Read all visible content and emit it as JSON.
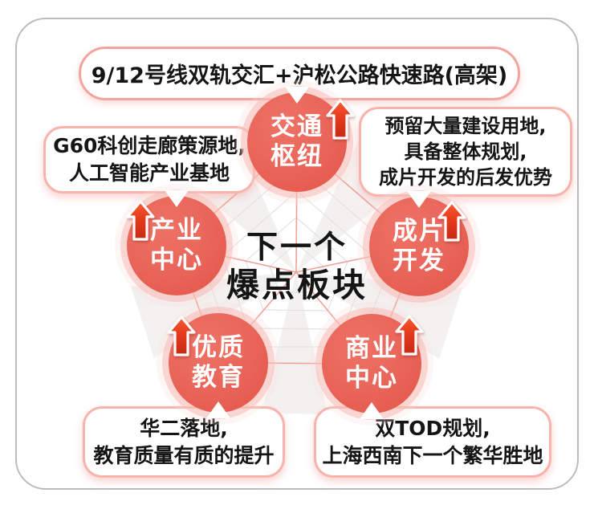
{
  "banner": {
    "text": "9/12号线双轨交汇+沪松公路快速路(高架)"
  },
  "center": {
    "line1": "下一个",
    "line2": "爆点板块"
  },
  "nodes": {
    "traffic": {
      "line1": "交通",
      "line2": "枢纽"
    },
    "industry": {
      "line1": "产业",
      "line2": "中心"
    },
    "development": {
      "line1": "成片",
      "line2": "开发"
    },
    "education": {
      "line1": "优质",
      "line2": "教育"
    },
    "commerce": {
      "line1": "商业",
      "line2": "中心"
    }
  },
  "callouts": {
    "industry": {
      "line1": "G60科创走廊策源地,",
      "line2": "人工智能产业基地"
    },
    "development": {
      "line1": "预留大量建设用地,",
      "line2": "具备整体规划,",
      "line3": "成片开发的后发优势"
    },
    "education": {
      "line1": "华二落地,",
      "line2": "教育质量有质的提升"
    },
    "commerce": {
      "line1": "双TOD规划,",
      "line2": "上海西南下一个繁华胜地"
    }
  },
  "icons": {
    "up_arrow": "up-arrow-icon"
  },
  "colors": {
    "circle_fill": "#e9655a",
    "circle_halo": "#f6bab3",
    "arrow_red_top": "#f95a31",
    "arrow_red_bottom": "#c52a12",
    "callout_border": "#f8b3ac",
    "banner_border": "#f3a59d",
    "radar_grid": "#e2e2e2",
    "radar_web": "#f2a198",
    "card_border": "#bcbcbc",
    "text": "#151515"
  }
}
